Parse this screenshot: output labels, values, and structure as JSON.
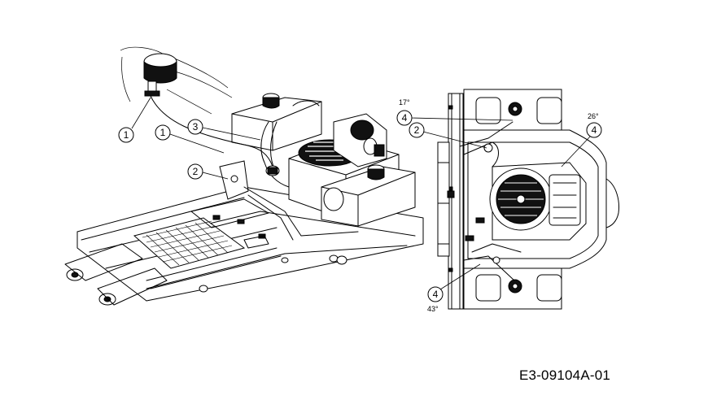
{
  "drawing_code": "E3-09104A-01",
  "left_view": {
    "callouts": [
      "1",
      "3",
      "1",
      "2"
    ]
  },
  "right_view": {
    "callouts": [
      "4",
      "2",
      "4",
      "4"
    ],
    "angles": [
      "17°",
      "26°",
      "43°"
    ]
  },
  "line_color": "#000000",
  "background": "#ffffff"
}
